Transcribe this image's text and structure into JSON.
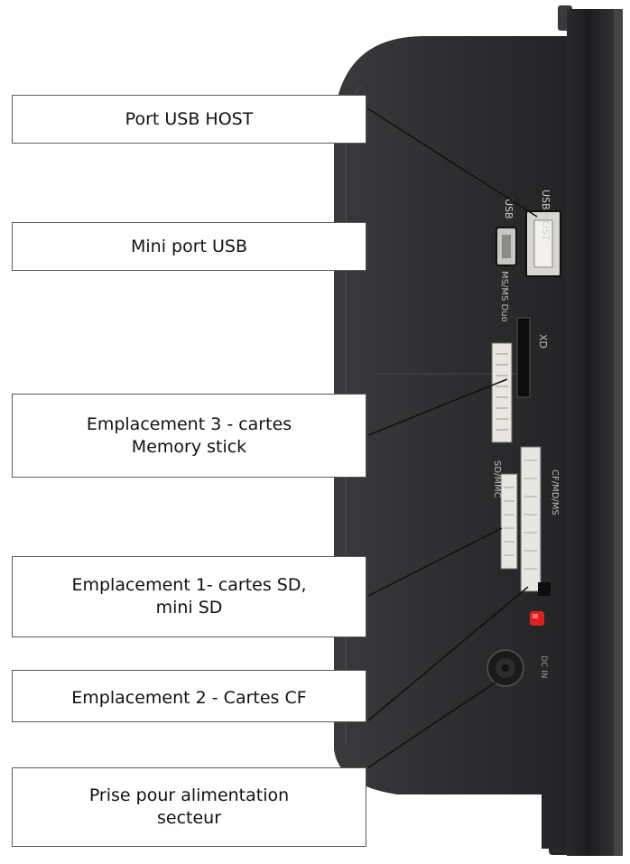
{
  "labels": [
    {
      "id": "usb-host",
      "lines": [
        "Port USB HOST"
      ]
    },
    {
      "id": "mini-usb",
      "lines": [
        "Mini port USB"
      ]
    },
    {
      "id": "slot-3",
      "lines": [
        "Emplacement 3 - cartes",
        "Memory stick"
      ]
    },
    {
      "id": "slot-1",
      "lines": [
        "Emplacement 1- cartes SD,",
        "mini SD"
      ]
    },
    {
      "id": "slot-2",
      "lines": [
        "Emplacement 2 - Cartes CF"
      ]
    },
    {
      "id": "power",
      "lines": [
        "Prise pour alimentation",
        "secteur"
      ]
    }
  ],
  "device_markings": {
    "usb_host": "USB HOST",
    "usb": "USB",
    "ms_otg": "MS/MS Duo",
    "xd": "XD",
    "sd_mmc": "SD/MMC",
    "cf": "CF/MD/MS"
  },
  "colors": {
    "device_body": "#2b2b2d",
    "device_edge": "#1a1a1c",
    "slot_light": "#e8e6e0",
    "led": "#e02020",
    "line": "#111111"
  }
}
